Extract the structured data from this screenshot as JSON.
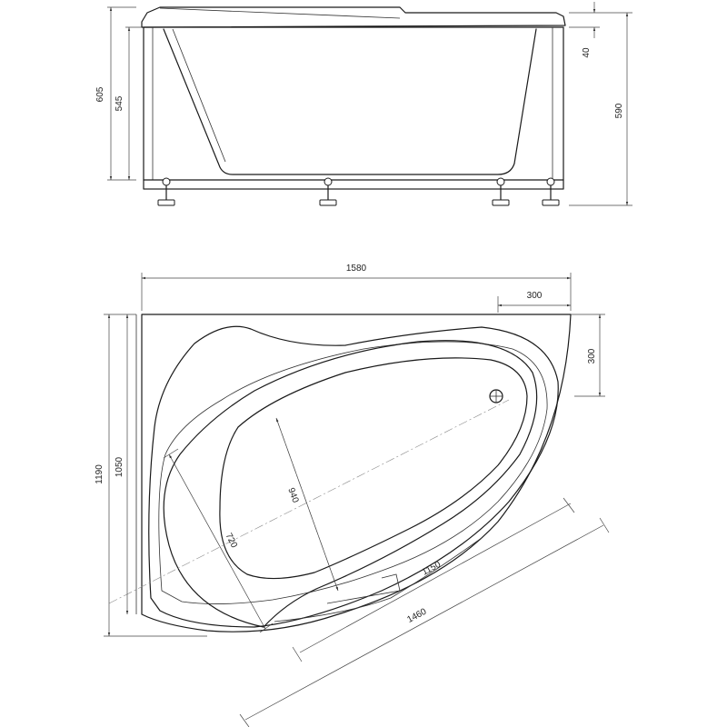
{
  "side_view": {
    "height_total": "605",
    "height_body": "545",
    "rim_thickness": "40",
    "height_with_legs": "590"
  },
  "top_view": {
    "length": "1580",
    "corner_offset_top": "300",
    "corner_offset_right": "300",
    "width_total": "1190",
    "width_inner": "1050",
    "basin_length": "940",
    "basin_width": "720",
    "diag_inner": "1150",
    "diag_outer": "1460"
  },
  "colors": {
    "line": "#1a1a1a",
    "dimension": "#444444",
    "centerline": "#8a8a8a"
  }
}
